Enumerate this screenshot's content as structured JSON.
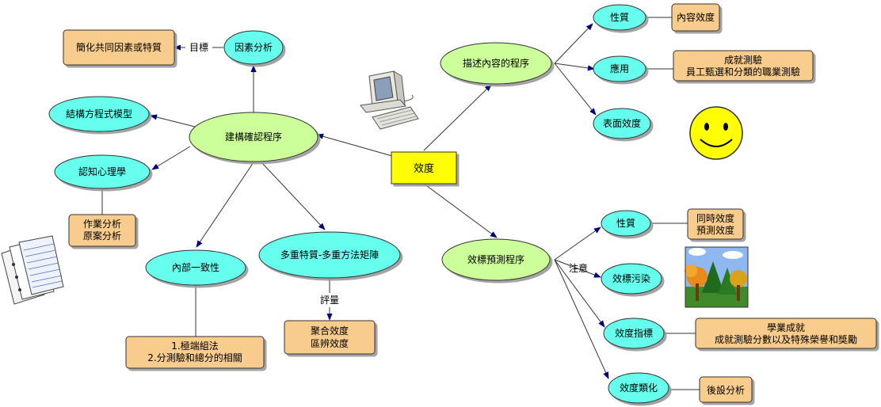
{
  "center": {
    "label": "效度"
  },
  "nodes": {
    "construct": "建構確認程序",
    "content": "描述內容的程序",
    "criterion": "效標預測程序",
    "factor_analysis": "因素分析",
    "sem": "結構方程式模型",
    "cognitive_psych": "認知心理學",
    "internal_consistency": "內部一致性",
    "mtmm": "多重特質-多重方法矩陣",
    "content_nature": "性質",
    "content_application": "應用",
    "face_validity": "表面效度",
    "criterion_nature": "性質",
    "criterion_contamination": "效標污染",
    "validity_coefficient": "效度指標",
    "validity_generalization": "效度類化"
  },
  "boxes": {
    "simplify": [
      "簡化共同因素或特質"
    ],
    "task_analysis": [
      "作業分析",
      "原案分析"
    ],
    "extreme_groups": [
      "1.極端組法",
      "2.分測驗和總分的相關"
    ],
    "convergent": [
      "聚合效度",
      "區辨效度"
    ],
    "content_validity": [
      "內容效度"
    ],
    "achievement": [
      "成就測驗",
      "員工甄選和分類的職業測驗"
    ],
    "concurrent": [
      "同時效度",
      "預測效度"
    ],
    "academic": [
      "學業成就",
      "成就測驗分數以及特殊榮譽和獎勵"
    ],
    "meta": [
      "後設分析"
    ]
  },
  "edge_labels": {
    "goal": "目標",
    "evaluate": "評量",
    "attention": "注意"
  },
  "colors": {
    "center_fill": "#ffff00",
    "primary_fill": "#ccff99",
    "secondary_fill": "#66ffee",
    "box_fill": "#f8cc8c",
    "line": "#333333",
    "arrow": "#000080"
  },
  "icons": [
    "computer-icon",
    "smiley-icon",
    "documents-icon",
    "landscape-icon"
  ]
}
